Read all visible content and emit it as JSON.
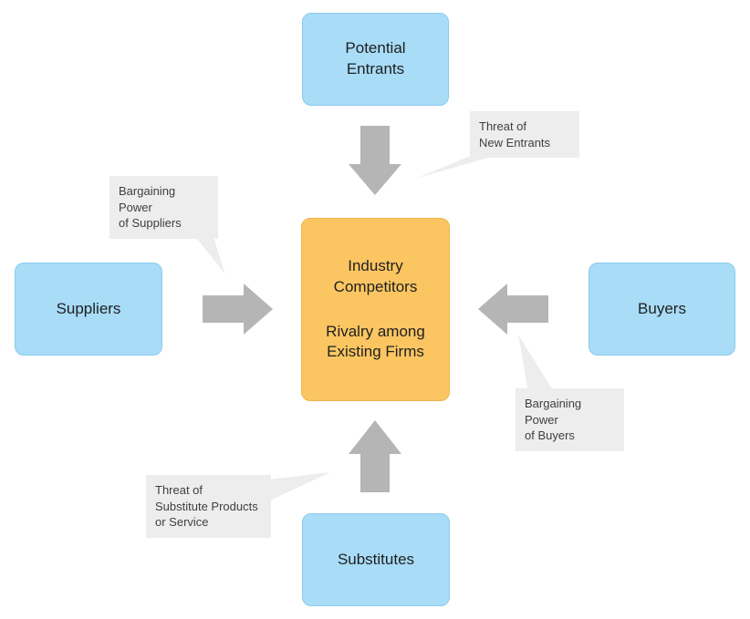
{
  "diagram": {
    "nodes": {
      "potential_entrants": {
        "label": "Potential\nEntrants"
      },
      "suppliers": {
        "label": "Suppliers"
      },
      "buyers": {
        "label": "Buyers"
      },
      "substitutes": {
        "label": "Substitutes"
      },
      "center": {
        "title": "Industry\nCompetitors",
        "subtitle": "Rivalry among\nExisting Firms"
      }
    },
    "callouts": {
      "new_entrants": {
        "text": "Threat of\nNew Entrants"
      },
      "suppliers_power": {
        "text": "Bargaining Power\nof Suppliers"
      },
      "buyers_power": {
        "text": "Bargaining Power\nof Buyers"
      },
      "substitutes_threat": {
        "text": "Threat of\nSubstitute Products\nor Service"
      }
    }
  },
  "colors": {
    "node_blue": "#a8dcf7",
    "center_orange": "#fbc662",
    "arrow_gray": "#b5b5b5",
    "callout_gray": "#ededed"
  }
}
